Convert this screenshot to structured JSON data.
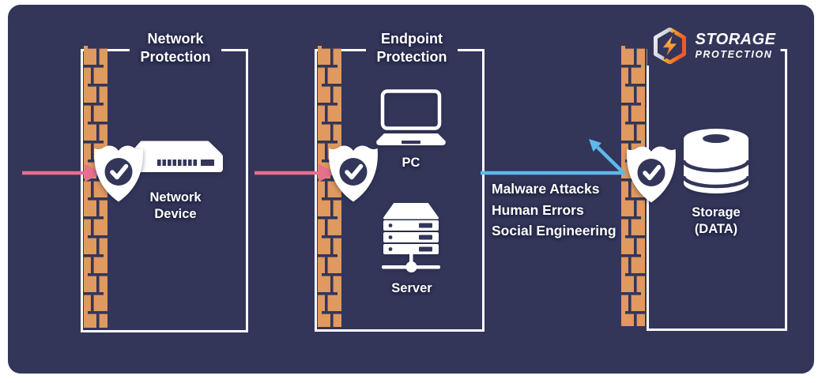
{
  "diagram": {
    "kind": "storage-security-infographic",
    "colors": {
      "panel_bg": "#333659",
      "white": "#ffffff",
      "brick_orange": "#E0995E",
      "mortar": "#333659",
      "attack_arrow_pink": "#E7708E",
      "deflected_arrow_blue": "#5FB8EA",
      "logo_orange": "#F7A823",
      "logo_red_orange": "#EE5A2C",
      "logo_silver": "#D9DCE2"
    },
    "sections": {
      "network": {
        "title": "Network Protection",
        "device_label": "Network Device"
      },
      "endpoint": {
        "title": "Endpoint Protection",
        "pc_label": "PC",
        "server_label": "Server"
      },
      "storage": {
        "logo_title": "STORAGE",
        "logo_subtitle": "PROTECTION",
        "device_label": "Storage (DATA)"
      }
    },
    "threats": {
      "lines": [
        "Malware Attacks",
        "Human Errors",
        "Social Engineering"
      ]
    },
    "icons": {
      "shield": "shield-check-icon",
      "wall": "firewall-brick-wall",
      "network_device": "network-switch-icon",
      "pc": "laptop-icon",
      "server": "server-rack-icon",
      "storage": "database-icon",
      "logo": "hexagon-lightning-icon",
      "incoming_attack": "pink-right-arrow",
      "deflected_attack": "blue-deflected-arrow"
    }
  }
}
